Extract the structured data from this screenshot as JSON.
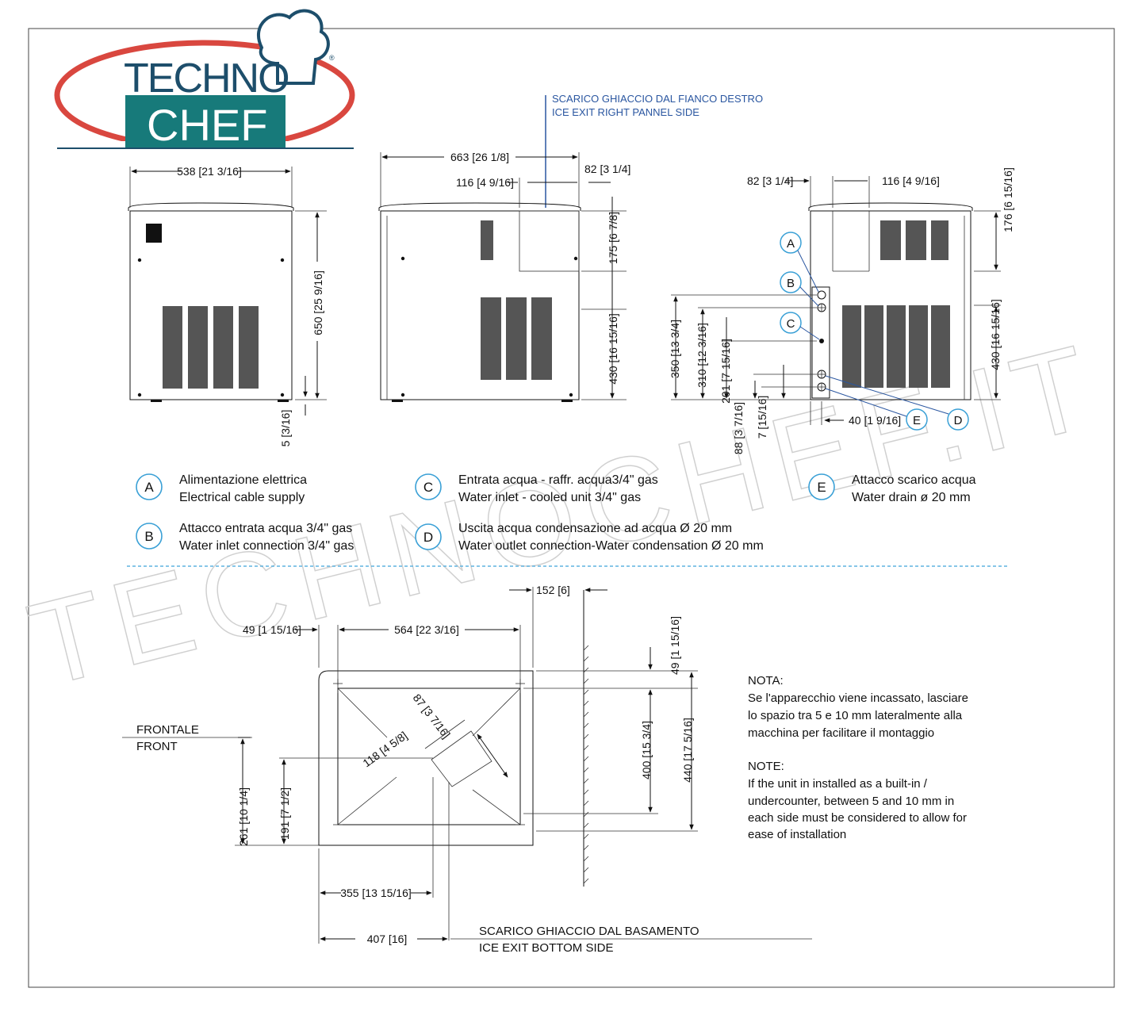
{
  "logo": {
    "line1": "TECHNO",
    "line2": "CHEF",
    "registered": "®"
  },
  "watermark": "TECHNOCHEF.IT",
  "callout_top": {
    "it": "SCARICO GHIACCIO DAL FIANCO  DESTRO",
    "en": "ICE EXIT RIGHT PANNEL SIDE"
  },
  "front_view": {
    "width": "538 [21 3/16]",
    "height": "650 [25 9/16]",
    "foot": "5 [3/16]"
  },
  "side_view": {
    "width": "663 [26 1/8]",
    "offset_right": "82 [3 1/4]",
    "exit_width": "116 [4 9/16]",
    "exit_height": "175 [6 7/8]",
    "vent_height": "430 [16 15/16]"
  },
  "rear_view": {
    "offset_left": "82 [3 1/4]",
    "exit_width": "116 [4 9/16]",
    "top_height": "176 [6 15/16]",
    "vent_height": "430 [16 15/16]",
    "h350": "350 [13 3/4]",
    "h310": "310 [12 3/16]",
    "h201": "201 [7 15/16]",
    "h88": "88 [3 7/16]",
    "h_small": "7 [15/16]",
    "w40": "40 [1 9/16]"
  },
  "legend": [
    {
      "key": "A",
      "it": "Alimentazione elettrica",
      "en": "Electrical cable supply"
    },
    {
      "key": "B",
      "it": "Attacco entrata acqua 3/4\" gas",
      "en": "Water inlet connection 3/4\" gas"
    },
    {
      "key": "C",
      "it": "Entrata acqua   - raffr. acqua3/4\" gas",
      "en": "Water inlet - cooled unit 3/4\" gas"
    },
    {
      "key": "D",
      "it": "Uscita acqua condensazione ad acqua Ø 20 mm",
      "en": "Water outlet connection-Water condensation Ø 20 mm"
    },
    {
      "key": "E",
      "it": "Attacco scarico acqua",
      "en": "Water drain ø 20 mm"
    }
  ],
  "plan_view": {
    "d152": "152 [6]",
    "d49l": "49 [1 15/16]",
    "d564": "564 [22 3/16]",
    "d49r": "49 [1 15/16]",
    "d87": "87 [3 7/16]",
    "d118": "118 [4 5/8]",
    "d400": "400 [15 3/4]",
    "d440": "440 [17 5/16]",
    "d261": "261 [10 1/4]",
    "d191": "191 [7 1/2]",
    "d355": "355 [13 15/16]",
    "d407": "407 [16]",
    "front_it": "FRONTALE",
    "front_en": "FRONT",
    "bottom_it": "SCARICO GHIACCIO DAL BASAMENTO",
    "bottom_en": "ICE EXIT BOTTOM SIDE"
  },
  "notes": {
    "it_title": "NOTA:",
    "it_lines": [
      "Se l'apparecchio viene incassato, lasciare",
      "lo spazio tra 5 e 10 mm lateralmente alla",
      "macchina per facilitare il montaggio"
    ],
    "en_title": "NOTE:",
    "en_lines": [
      "If the unit in installed as a built-in /",
      "undercounter, between 5 and 10 mm in",
      "each side must be considered to allow for",
      "ease of installation"
    ]
  },
  "colors": {
    "logo_red": "#d9473f",
    "logo_teal": "#177a7a",
    "logo_blue": "#1d4e6b",
    "accent_blue": "#2a56a0",
    "legend_circle": "#3aa0d6",
    "dash": "#5fb3e0"
  }
}
